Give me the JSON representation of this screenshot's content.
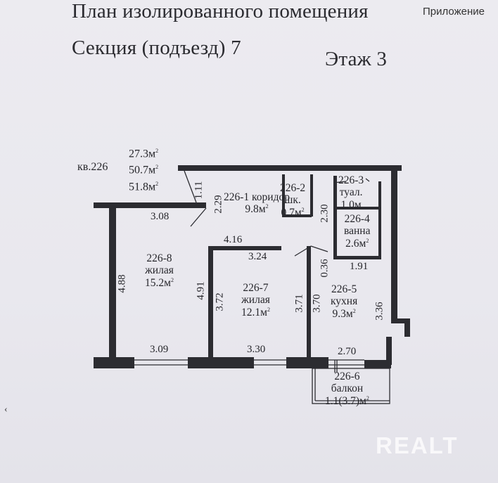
{
  "header": {
    "title": "План изолированного помещения",
    "section": "Секция (подъезд) 7",
    "floor": "Этаж 3",
    "appendix": "Приложение"
  },
  "apartment": {
    "number": "кв.226",
    "area_living": "27.3",
    "area_total": "50.7",
    "area_total_balcony": "51.8",
    "unit": "м"
  },
  "rooms": [
    {
      "id": "226-1",
      "name": "коридор",
      "area": "9.8м"
    },
    {
      "id": "226-2",
      "name": "шк.",
      "area": "0.7м"
    },
    {
      "id": "226-3",
      "name": "туал.",
      "area": "1.0м"
    },
    {
      "id": "226-4",
      "name": "ванна",
      "area": "2.6м"
    },
    {
      "id": "226-5",
      "name": "кухня",
      "area": "9.3м"
    },
    {
      "id": "226-6",
      "name": "балкон",
      "area": "1.1(3.7)м"
    },
    {
      "id": "226-7",
      "name": "жилая",
      "area": "12.1м"
    },
    {
      "id": "226-8",
      "name": "жилая",
      "area": "15.2м"
    }
  ],
  "dimensions": {
    "d_1_11": "1.11",
    "d_2_29": "2.29",
    "d_3_08": "3.08",
    "d_2_30": "2.30",
    "d_4_16": "4.16",
    "d_3_24": "3.24",
    "d_0_36": "0.36",
    "d_1_91": "1.91",
    "d_4_88": "4.88",
    "d_4_91": "4.91",
    "d_3_72": "3.72",
    "d_3_71": "3.71",
    "d_3_70": "3.70",
    "d_3_36": "3.36",
    "d_3_09": "3.09",
    "d_3_30": "3.30",
    "d_2_70": "2.70"
  },
  "watermark": "REALT",
  "colors": {
    "ink": "#2a2a2e",
    "paper": "#eae9ef"
  }
}
